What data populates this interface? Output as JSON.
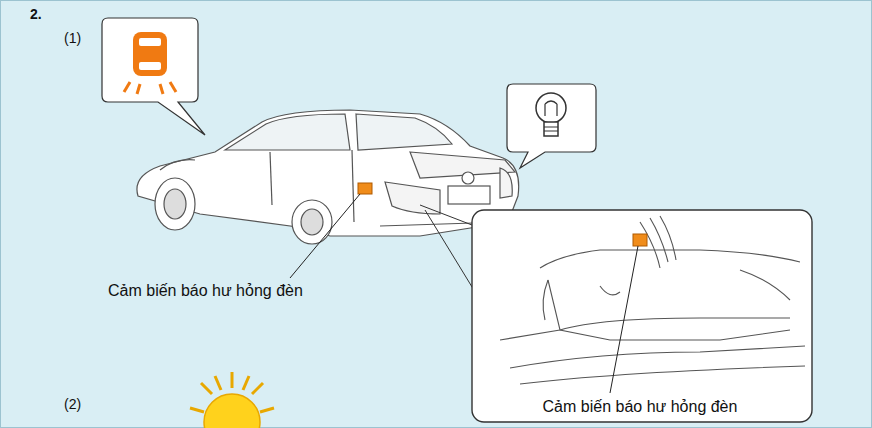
{
  "diagram": {
    "labels": [
      "2.",
      "(1)",
      "Cảm biến báo hư hỏng đèn",
      "Cảm biến báo hư hỏng đèn",
      "(2)"
    ]
  }
}
